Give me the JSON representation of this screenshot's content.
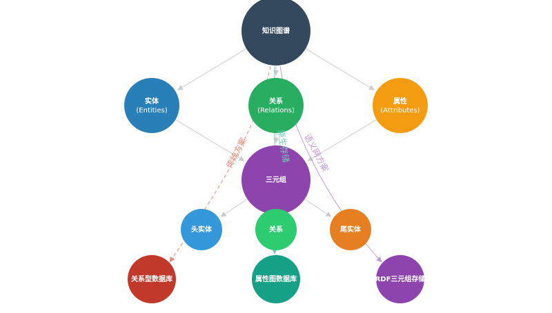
{
  "diagram": {
    "nodes": [
      {
        "id": "kg",
        "label": "知识图谱",
        "color": "#34495e"
      },
      {
        "id": "entity",
        "label": "实体",
        "sublabel": "(Entities)",
        "color": "#2980b9"
      },
      {
        "id": "relation",
        "label": "关系",
        "sublabel": "(Relations)",
        "color": "#27ae60"
      },
      {
        "id": "attribute",
        "label": "属性",
        "sublabel": "(Attributes)",
        "color": "#f39c12"
      },
      {
        "id": "triple",
        "label": "三元组",
        "color": "#8e44ad"
      },
      {
        "id": "head",
        "label": "头实体",
        "color": "#3498db"
      },
      {
        "id": "rel2",
        "label": "关系",
        "color": "#2ecc71"
      },
      {
        "id": "tail",
        "label": "尾实体",
        "color": "#e67e22"
      },
      {
        "id": "rdb",
        "label": "关系型数据库",
        "color": "#c0392b"
      },
      {
        "id": "gdb",
        "label": "属性图数据库",
        "color": "#16a085"
      },
      {
        "id": "rdf",
        "label": "RDF三元组存储",
        "color": "#8e44ad"
      }
    ],
    "edges": [
      {
        "from": "kg",
        "to": "entity",
        "style": "solid",
        "color": "#cccccc"
      },
      {
        "from": "kg",
        "to": "relation",
        "style": "solid",
        "color": "#cccccc"
      },
      {
        "from": "kg",
        "to": "attribute",
        "style": "solid",
        "color": "#cccccc"
      },
      {
        "from": "entity",
        "to": "triple",
        "style": "solid",
        "color": "#cccccc"
      },
      {
        "from": "relation",
        "to": "triple",
        "style": "solid",
        "color": "#cccccc"
      },
      {
        "from": "attribute",
        "to": "triple",
        "style": "solid",
        "color": "#cccccc"
      },
      {
        "from": "triple",
        "to": "head",
        "style": "solid",
        "color": "#cccccc"
      },
      {
        "from": "triple",
        "to": "rel2",
        "style": "solid",
        "color": "#cccccc"
      },
      {
        "from": "triple",
        "to": "tail",
        "style": "solid",
        "color": "#cccccc"
      },
      {
        "from": "kg",
        "to": "rdb",
        "style": "dashed",
        "color": "#e6897a",
        "label": "传统方案"
      },
      {
        "from": "kg",
        "to": "gdb",
        "style": "solid",
        "color": "#76c7b8",
        "label": "原生存储"
      },
      {
        "from": "kg",
        "to": "rdf",
        "style": "solid",
        "color": "#c39bd3",
        "label": "语义网方案"
      }
    ]
  }
}
